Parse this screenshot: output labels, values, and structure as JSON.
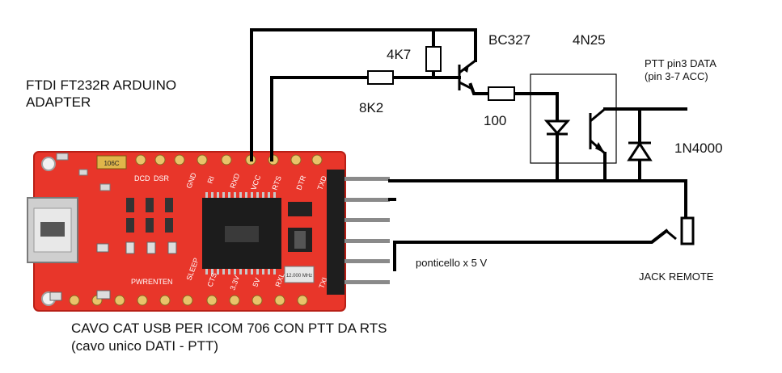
{
  "labels": {
    "adapter_line1": "FTDI FT232R ARDUINO",
    "adapter_line2": "ADAPTER",
    "r_4k7": "4K7",
    "r_8k2": "8K2",
    "r_100": "100",
    "transistor": "BC327",
    "optocoupler": "4N25",
    "ptt_line1": "PTT pin3 DATA",
    "ptt_line2": "(pin 3-7 ACC)",
    "diode": "1N4000",
    "jumper": "ponticello x 5 V",
    "jack": "JACK REMOTE",
    "caption_line1": "CAVO CAT USB PER ICOM 706 CON PTT DA RTS",
    "caption_line2": "(cavo unico DATI - PTT)"
  },
  "board": {
    "top_pins": [
      "DCD",
      "DSR",
      "GND",
      "RI",
      "RXD",
      "VCC",
      "RTS",
      "DTR",
      "TXD"
    ],
    "bottom_pins": [
      "PWRENTEN",
      "SLEEP",
      "CTS",
      "3.3V",
      "5V",
      "RXL",
      "TXL"
    ],
    "crystal": "12.000 MHz",
    "cap": "106C"
  },
  "colors": {
    "wire": "#000000",
    "board": "#e8362a",
    "board_dark": "#b81f16",
    "chip": "#1c1c1c",
    "header": "#8a8a8a"
  }
}
